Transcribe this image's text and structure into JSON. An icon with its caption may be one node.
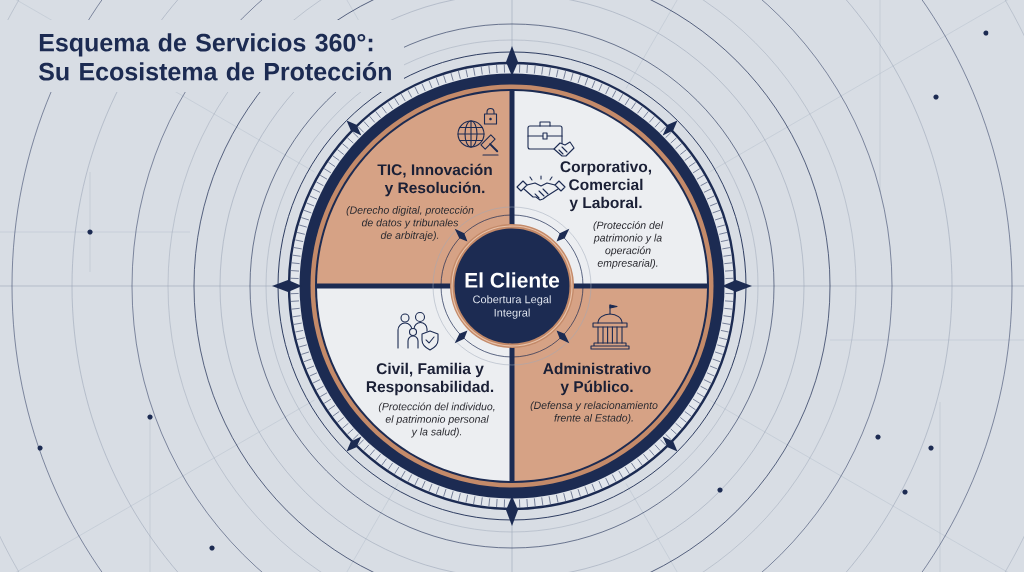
{
  "diagram": {
    "title": "Esquema de Servicios 360°: Su Ecosistema de Protección",
    "nodes": [
      {
        "text": [
          "TIC, Innovación y Resolución.",
          "(Derecho digital, protección de datos y tribunales de arbitraje)."
        ]
      },
      {
        "text": [
          "Corporativo, Comercial y Laboral.",
          "(Protección del patrimonio y la operación empresarial)."
        ]
      },
      {
        "text": [
          "El Cliente",
          "Cobertura Legal Integral"
        ]
      },
      {
        "text": [
          "Civil, Familia y Responsabilidad.",
          "(Protección del individuo, el patrimonio personal y la salud)."
        ]
      },
      {
        "text": [
          "Administrativo y Público.",
          "(Defensa y relacionamiento frente al Estado)."
        ]
      }
    ]
  }
}
